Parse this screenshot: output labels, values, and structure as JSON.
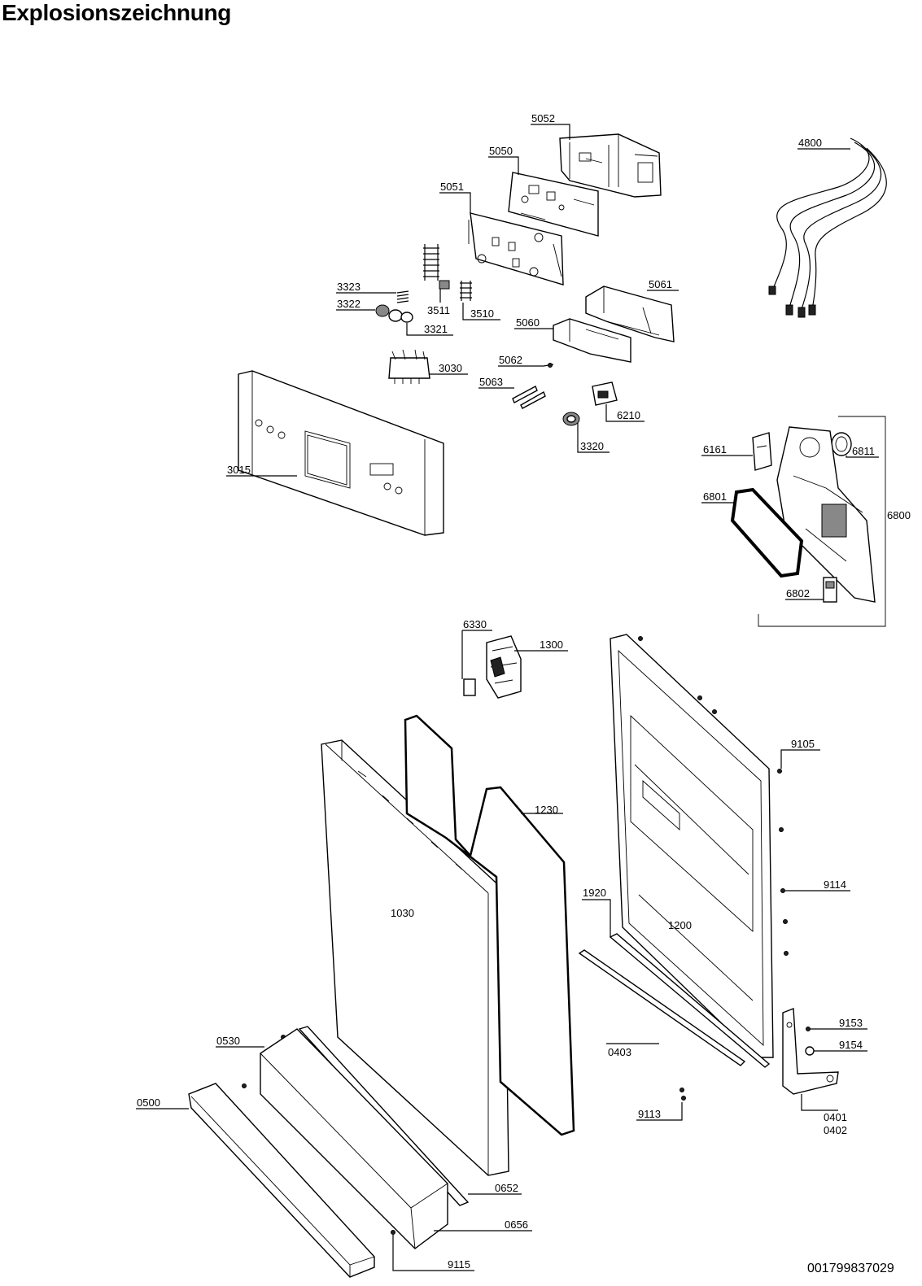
{
  "title": "Explosionszeichnung",
  "document_number": "001799837029",
  "parts": [
    "5052",
    "5050",
    "5051",
    "4800",
    "3323",
    "3322",
    "3511",
    "3510",
    "3321",
    "5061",
    "5060",
    "3030",
    "5062",
    "5063",
    "6210",
    "3320",
    "3015",
    "6161",
    "6811",
    "6801",
    "6800",
    "6802",
    "6330",
    "1300",
    "9105",
    "1230",
    "1030",
    "1920",
    "1200",
    "9114",
    "9153",
    "0530",
    "0403",
    "9154",
    "0500",
    "9113",
    "0401",
    "0402",
    "0652",
    "0656",
    "9115"
  ]
}
